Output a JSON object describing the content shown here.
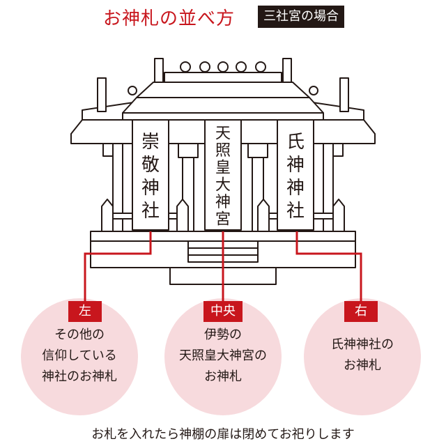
{
  "header": {
    "title": "お神札の並べ方",
    "subtitle": "三社宮の場合"
  },
  "ofuda": {
    "left": "崇敬神社",
    "center": "天照皇大神宮",
    "right": "氏神神社"
  },
  "positions": {
    "left": {
      "tag": "左",
      "lines": [
        "その他の",
        "信仰している",
        "神社のお神札"
      ]
    },
    "center": {
      "tag": "中央",
      "lines": [
        "伊勢の",
        "天照皇大神宮の",
        "お神札"
      ]
    },
    "right": {
      "tag": "右",
      "lines": [
        "氏神神社の",
        "お神札"
      ]
    }
  },
  "footer": "お札を入れたら神棚の扉は閉めてお祀りします",
  "colors": {
    "accent": "#c8161d",
    "circle": "#f7dadd",
    "ink": "#231815"
  }
}
